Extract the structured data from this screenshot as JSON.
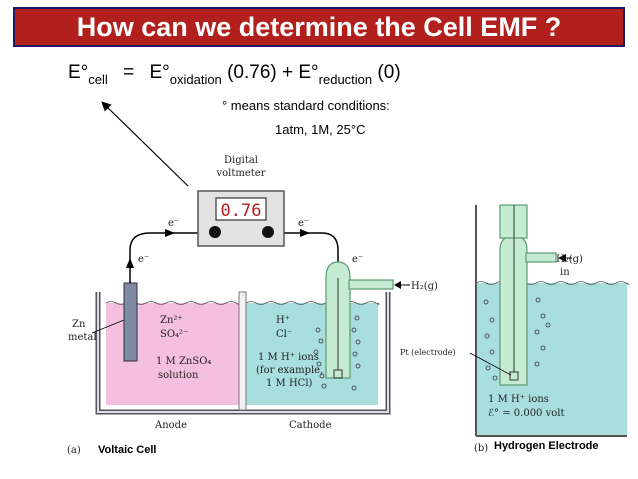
{
  "title": "How can we determine the Cell EMF ?",
  "equation": {
    "e_cell": "E°",
    "cell_sub": "cell",
    "equals": "=",
    "e_ox": "E°",
    "ox_sub": "oxidation",
    "ox_value": "(0.76) +",
    "e_red": "E°",
    "red_sub": "reduction",
    "red_value": "(0)"
  },
  "notes": {
    "line1": "° means standard conditions:",
    "line2": "1atm, 1M, 25°C"
  },
  "voltaic": {
    "voltmeter_label_1": "Digital",
    "voltmeter_label_2": "voltmeter",
    "reading": "0.76",
    "electron_top_left": "e⁻",
    "electron_top_right": "e⁻",
    "electron_left": "e⁻",
    "electron_right": "e⁻",
    "h2_label": "H₂(g)",
    "zn_metal_1": "Zn",
    "zn_metal_2": "metal",
    "anode_ion_1": "Zn²⁺",
    "anode_ion_2": "SO₄²⁻",
    "anode_soln_1": "1 M ZnSO₄",
    "anode_soln_2": "solution",
    "cathode_ion_1": "H⁺",
    "cathode_ion_2": "Cl⁻",
    "cathode_soln_1": "1 M H⁺ ions",
    "cathode_soln_2": "(for example,",
    "cathode_soln_3": "1 M HCl)",
    "anode_label": "Anode",
    "cathode_label": "Cathode",
    "panel_letter": "(a)",
    "caption": "Voltaic Cell"
  },
  "hydrogen": {
    "h2_in_1": "H₂(g)",
    "h2_in_2": "in",
    "pt_label": "Pt (electrode)",
    "ions_label": "1 M H⁺ ions",
    "volt_label": "ℰ° = 0.000 volt",
    "panel_letter": "(b)",
    "caption": "Hydrogen Electrode"
  },
  "colors": {
    "title_bg": "#b1201c",
    "anode_solution": "#f5bfe0",
    "cathode_solution": "#a9dede",
    "electrode_gray": "#7e8aa6"
  }
}
